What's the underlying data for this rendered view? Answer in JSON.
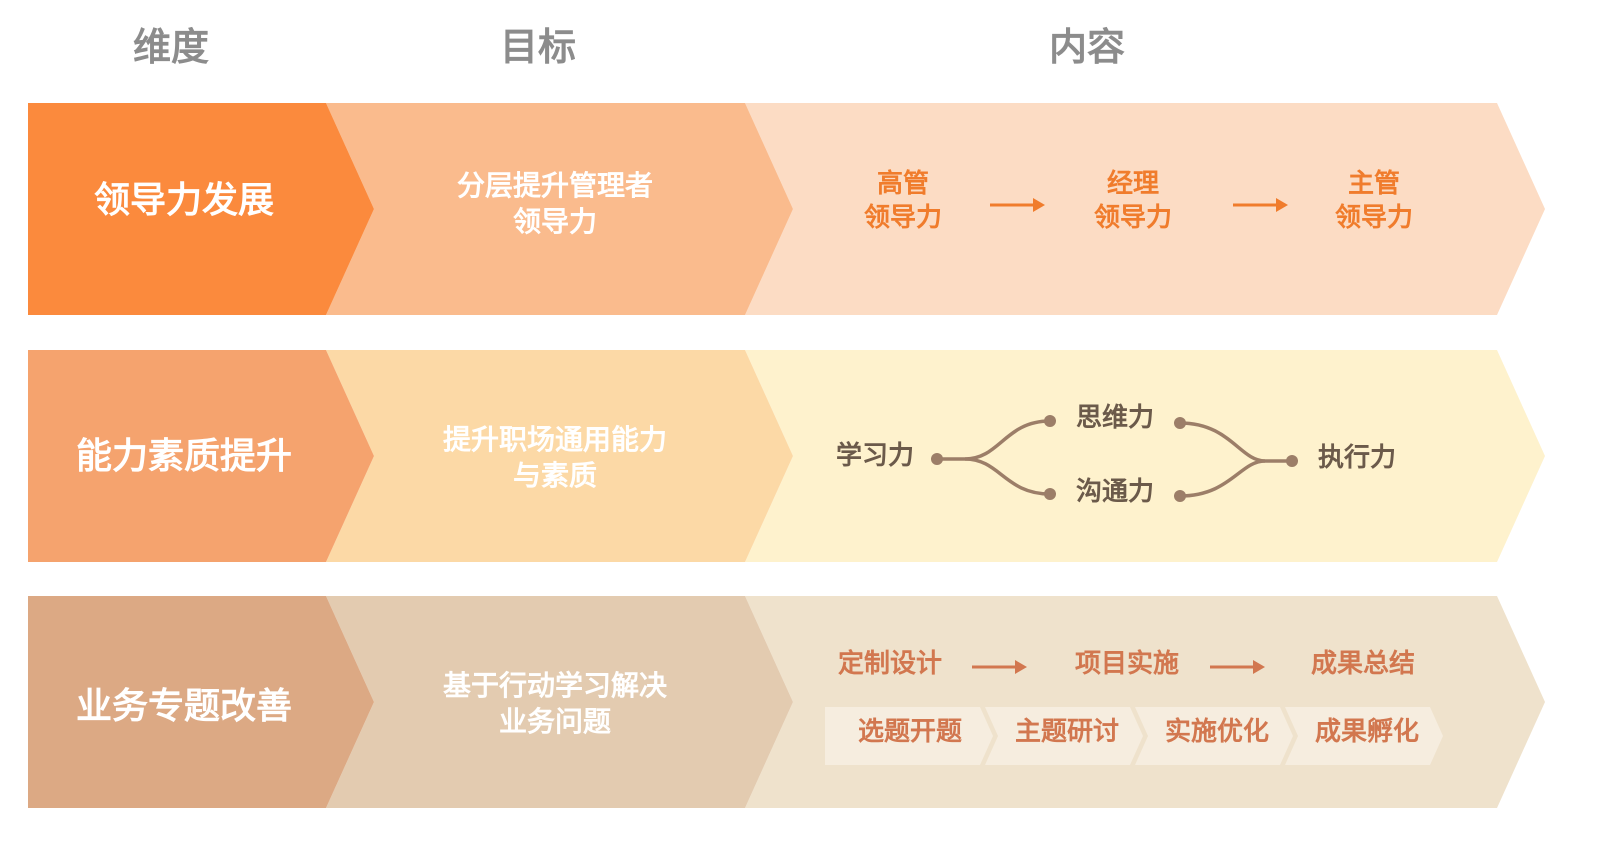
{
  "headers": {
    "dimension": "维度",
    "goal": "目标",
    "content": "内容"
  },
  "colors": {
    "row1": [
      "#fb8a3d",
      "#fabb8d",
      "#fcdcc4"
    ],
    "row2": [
      "#f5a36e",
      "#fcd9a6",
      "#fef2cd"
    ],
    "row3": [
      "#dca984",
      "#e3cbb0",
      "#efe2cc"
    ],
    "row1_text": "#f07c2c",
    "row2_text": "#6b5a4a",
    "row2_line": "#9c7e68",
    "row3_text": "#d2774f"
  },
  "rows": [
    {
      "dimension": "领导力发展",
      "goal": [
        "分层提升管理者",
        "领导力"
      ],
      "content": {
        "type": "sequence",
        "items": [
          {
            "l1": "高管",
            "l2": "领导力"
          },
          {
            "l1": "经理",
            "l2": "领导力"
          },
          {
            "l1": "主管",
            "l2": "领导力"
          }
        ]
      }
    },
    {
      "dimension": "能力素质提升",
      "goal": [
        "提升职场通用能力",
        "与素质"
      ],
      "content": {
        "type": "network",
        "start": "学习力",
        "upper": "思维力",
        "lower": "沟通力",
        "end": "执行力"
      }
    },
    {
      "dimension": "业务专题改善",
      "goal": [
        "基于行动学习解决",
        "业务问题"
      ],
      "content": {
        "type": "process",
        "flow": [
          "定制设计",
          "项目实施",
          "成果总结"
        ],
        "steps": [
          "选题开题",
          "主题研讨",
          "实施优化",
          "成果孵化"
        ]
      }
    }
  ]
}
